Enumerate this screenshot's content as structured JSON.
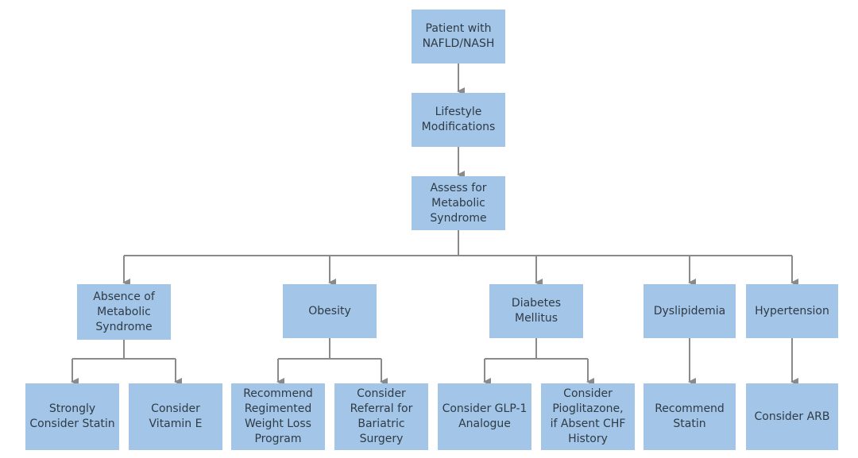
{
  "colors": {
    "box_fill": "#a3c6e8",
    "connector": "#8a8a8a",
    "text": "#2f3a45"
  },
  "nodes": {
    "patient": "Patient with\nNAFLD/NASH",
    "lifestyle": "Lifestyle\nModifications",
    "assess": "Assess for\nMetabolic\nSyndrome",
    "absence": "Absence of\nMetabolic\nSyndrome",
    "obesity": "Obesity",
    "diabetes": "Diabetes\nMellitus",
    "dyslipidemia": "Dyslipidemia",
    "hypertension": "Hypertension",
    "statin_strong": "Strongly\nConsider Statin",
    "vitamin_e": "Consider\nVitamin E",
    "weight_loss": "Recommend\nRegimented\nWeight Loss\nProgram",
    "bariatric": "Consider\nReferral for\nBariatric\nSurgery",
    "glp1": "Consider GLP-1\nAnalogue",
    "pioglitazone": "Consider\nPioglitazone,\nif Absent CHF\nHistory",
    "statin_rec": "Recommend\nStatin",
    "arb": "Consider ARB"
  }
}
